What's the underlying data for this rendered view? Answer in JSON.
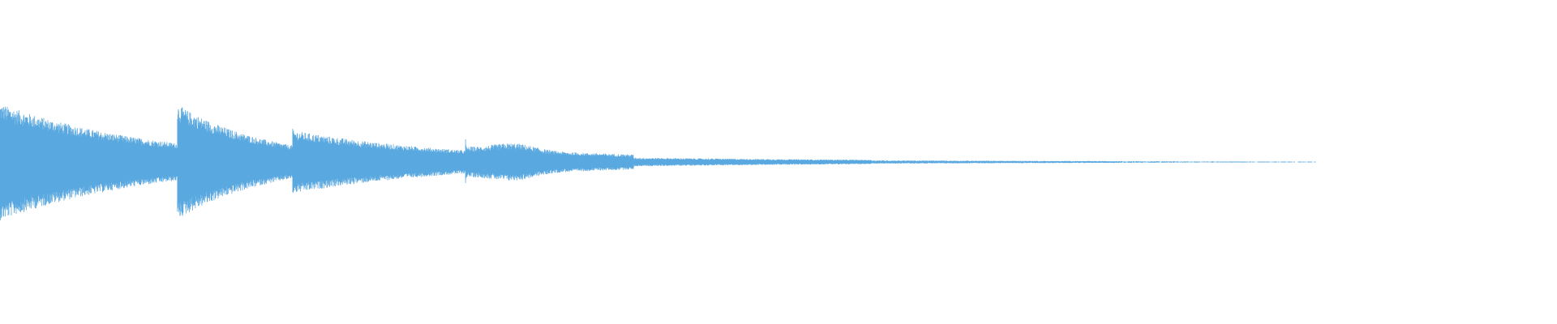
{
  "colors": {
    "background": "#ffffff",
    "waveform": "#5aa8e0"
  },
  "waveform": {
    "segments": [
      {
        "start": 0.0,
        "end": 0.114,
        "amp_start": 0.56,
        "amp_end": 0.18,
        "jitter": 0.2
      },
      {
        "start": 0.114,
        "end": 0.188,
        "amp_start": 0.55,
        "amp_end": 0.16,
        "jitter": 0.2
      },
      {
        "start": 0.188,
        "end": 0.299,
        "amp_start": 0.3,
        "amp_end": 0.11,
        "jitter": 0.22,
        "spike": 0.36
      },
      {
        "start": 0.299,
        "end": 0.407,
        "amp_start": 0.14,
        "amp_end": 0.07,
        "jitter": 0.25,
        "spike": 0.22,
        "bump_at": 0.33,
        "bump_amp": 0.06
      },
      {
        "start": 0.407,
        "end": 0.56,
        "amp_start": 0.04,
        "amp_end": 0.02,
        "jitter": 0.3,
        "spike": 0.05
      },
      {
        "start": 0.56,
        "end": 0.72,
        "amp_start": 0.015,
        "amp_end": 0.008,
        "jitter": 0.45
      },
      {
        "start": 0.72,
        "end": 0.8,
        "amp_start": 0.008,
        "amp_end": 0.004,
        "jitter": 0.55,
        "sparse": true
      },
      {
        "start": 0.8,
        "end": 0.845,
        "amp_start": 0.004,
        "amp_end": 0.002,
        "jitter": 0.6,
        "sparse": true
      }
    ]
  }
}
